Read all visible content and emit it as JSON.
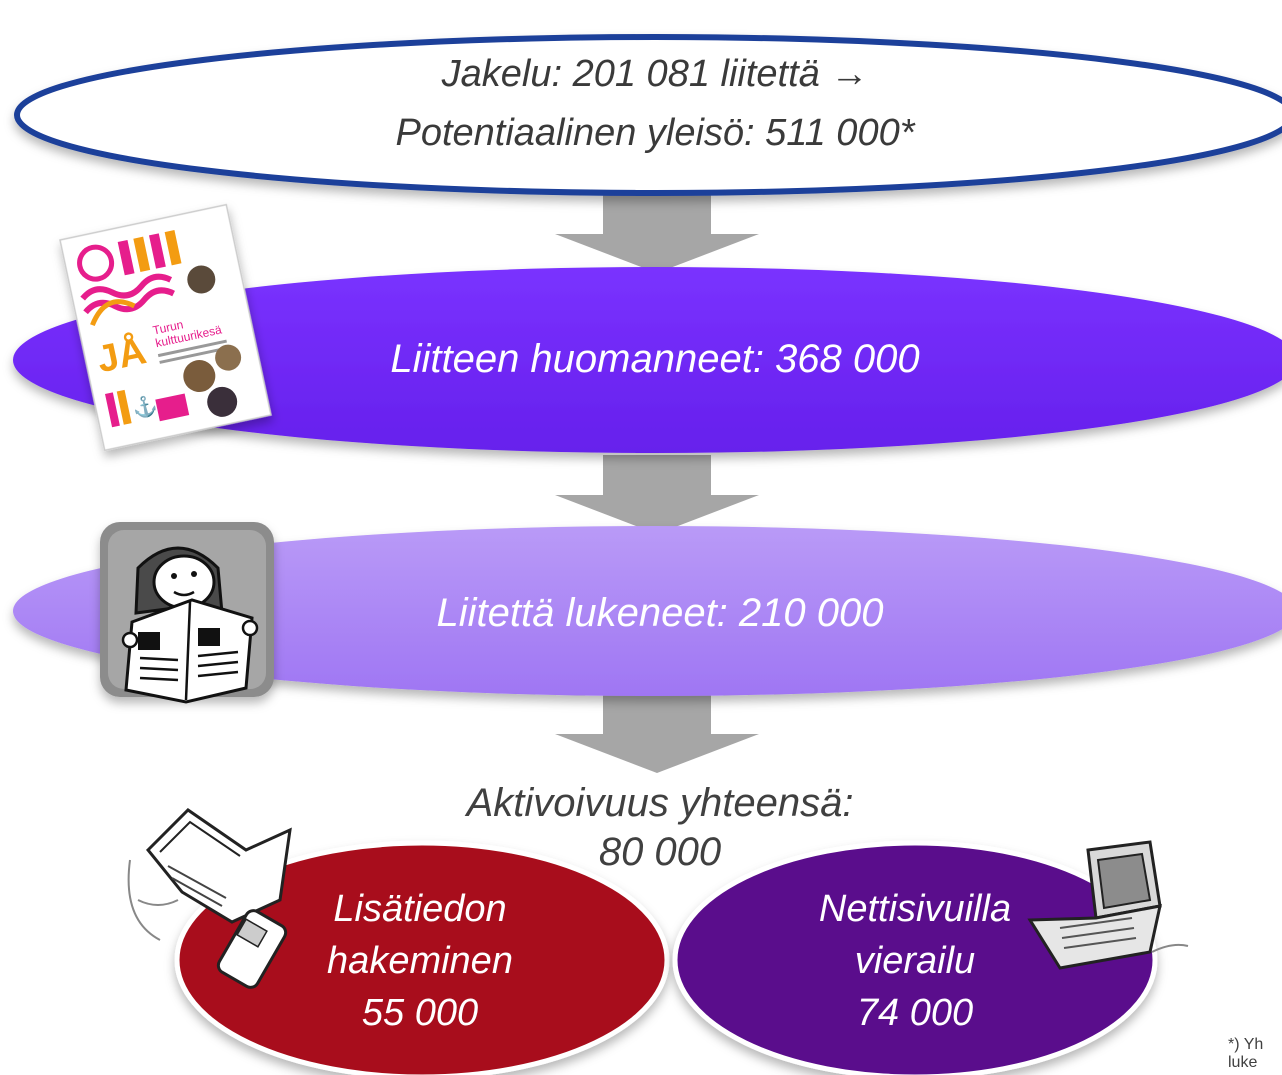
{
  "stages": {
    "distribution": {
      "line1": "Jakelu: 201 081 liitettä",
      "arrow": "→",
      "line2": "Potentiaalinen yleisö: 511 000*"
    },
    "noticed": {
      "label": "Liitteen huomanneet: 368 000"
    },
    "read": {
      "label": "Liitettä lukeneet: 210 000"
    },
    "activation": {
      "line1": "Aktivoivuus yhteensä:",
      "line2": "80 000"
    },
    "info_search": {
      "line1": "Lisätiedon",
      "line2": "hakeminen",
      "line3": "55 000"
    },
    "web_visit": {
      "line1": "Nettisivuilla",
      "line2": "vierailu",
      "line3": "74 000"
    }
  },
  "footnote": {
    "line1": "*) Yh",
    "line2": "luke"
  },
  "colors": {
    "outline_blue": "#1f3f9a",
    "noticed_purple": "#7128f5",
    "read_lavender": "#a983f5",
    "info_red": "#a8101a",
    "web_purple": "#5a0a8c",
    "arrow_gray": "#a6a6a6"
  },
  "icons": {
    "magazine": "magazine-cover-icon",
    "reader": "newspaper-reader-icon",
    "book_phone": "book-and-phone-icon",
    "laptop": "laptop-icon"
  }
}
